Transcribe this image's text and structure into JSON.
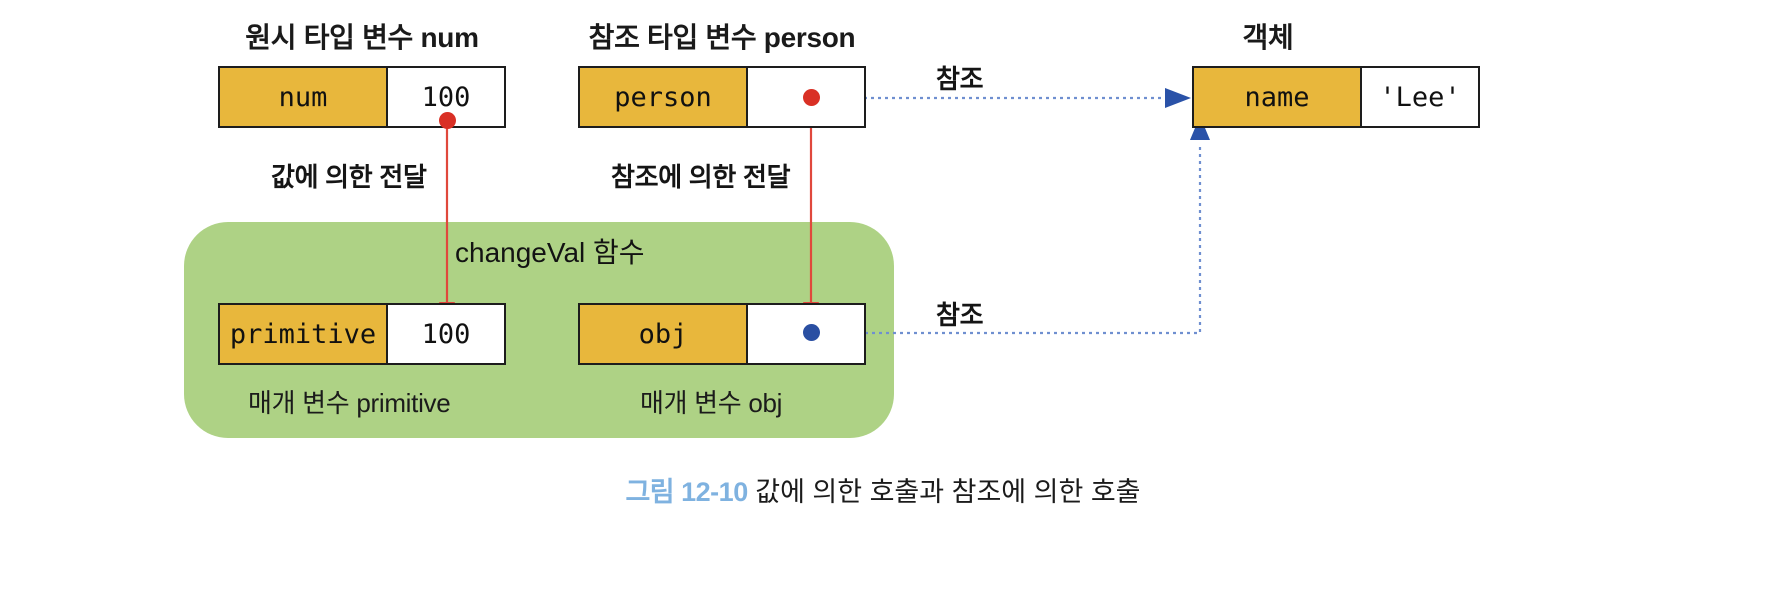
{
  "figure": {
    "columns": [
      {
        "title": "원시 타입 변수 num"
      },
      {
        "title": "참조 타입 변수 person"
      },
      {
        "title": "객체"
      }
    ],
    "boxes": {
      "num": {
        "key": "num",
        "value": "100"
      },
      "person": {
        "key": "person",
        "value": ""
      },
      "object": {
        "key": "name",
        "value": "'Lee'"
      },
      "primitive": {
        "key": "primitive",
        "value": "100"
      },
      "obj": {
        "key": "obj",
        "value": ""
      }
    },
    "scope": {
      "label": "changeVal 함수"
    },
    "param_labels": {
      "primitive": "매개 변수 primitive",
      "obj": "매개 변수 obj"
    },
    "pass_labels": {
      "by_value": "값에 의한 전달",
      "by_reference": "참조에 의한 전달"
    },
    "reference_labels": {
      "top": "참조",
      "bottom": "참조"
    },
    "caption": {
      "number": "그림 12-10",
      "text": "값에 의한 호출과 참조에 의한 호출"
    },
    "colors": {
      "key_fill": "#e8b73c",
      "scope_fill": "#aed285",
      "red_arrow": "#e0483c",
      "red_dot": "#d93025",
      "blue_dot": "#2a4fa2",
      "blue_arrow": "#2a52a8",
      "caption_number": "#7fb2e0",
      "box_border": "#1d1d1d"
    }
  }
}
